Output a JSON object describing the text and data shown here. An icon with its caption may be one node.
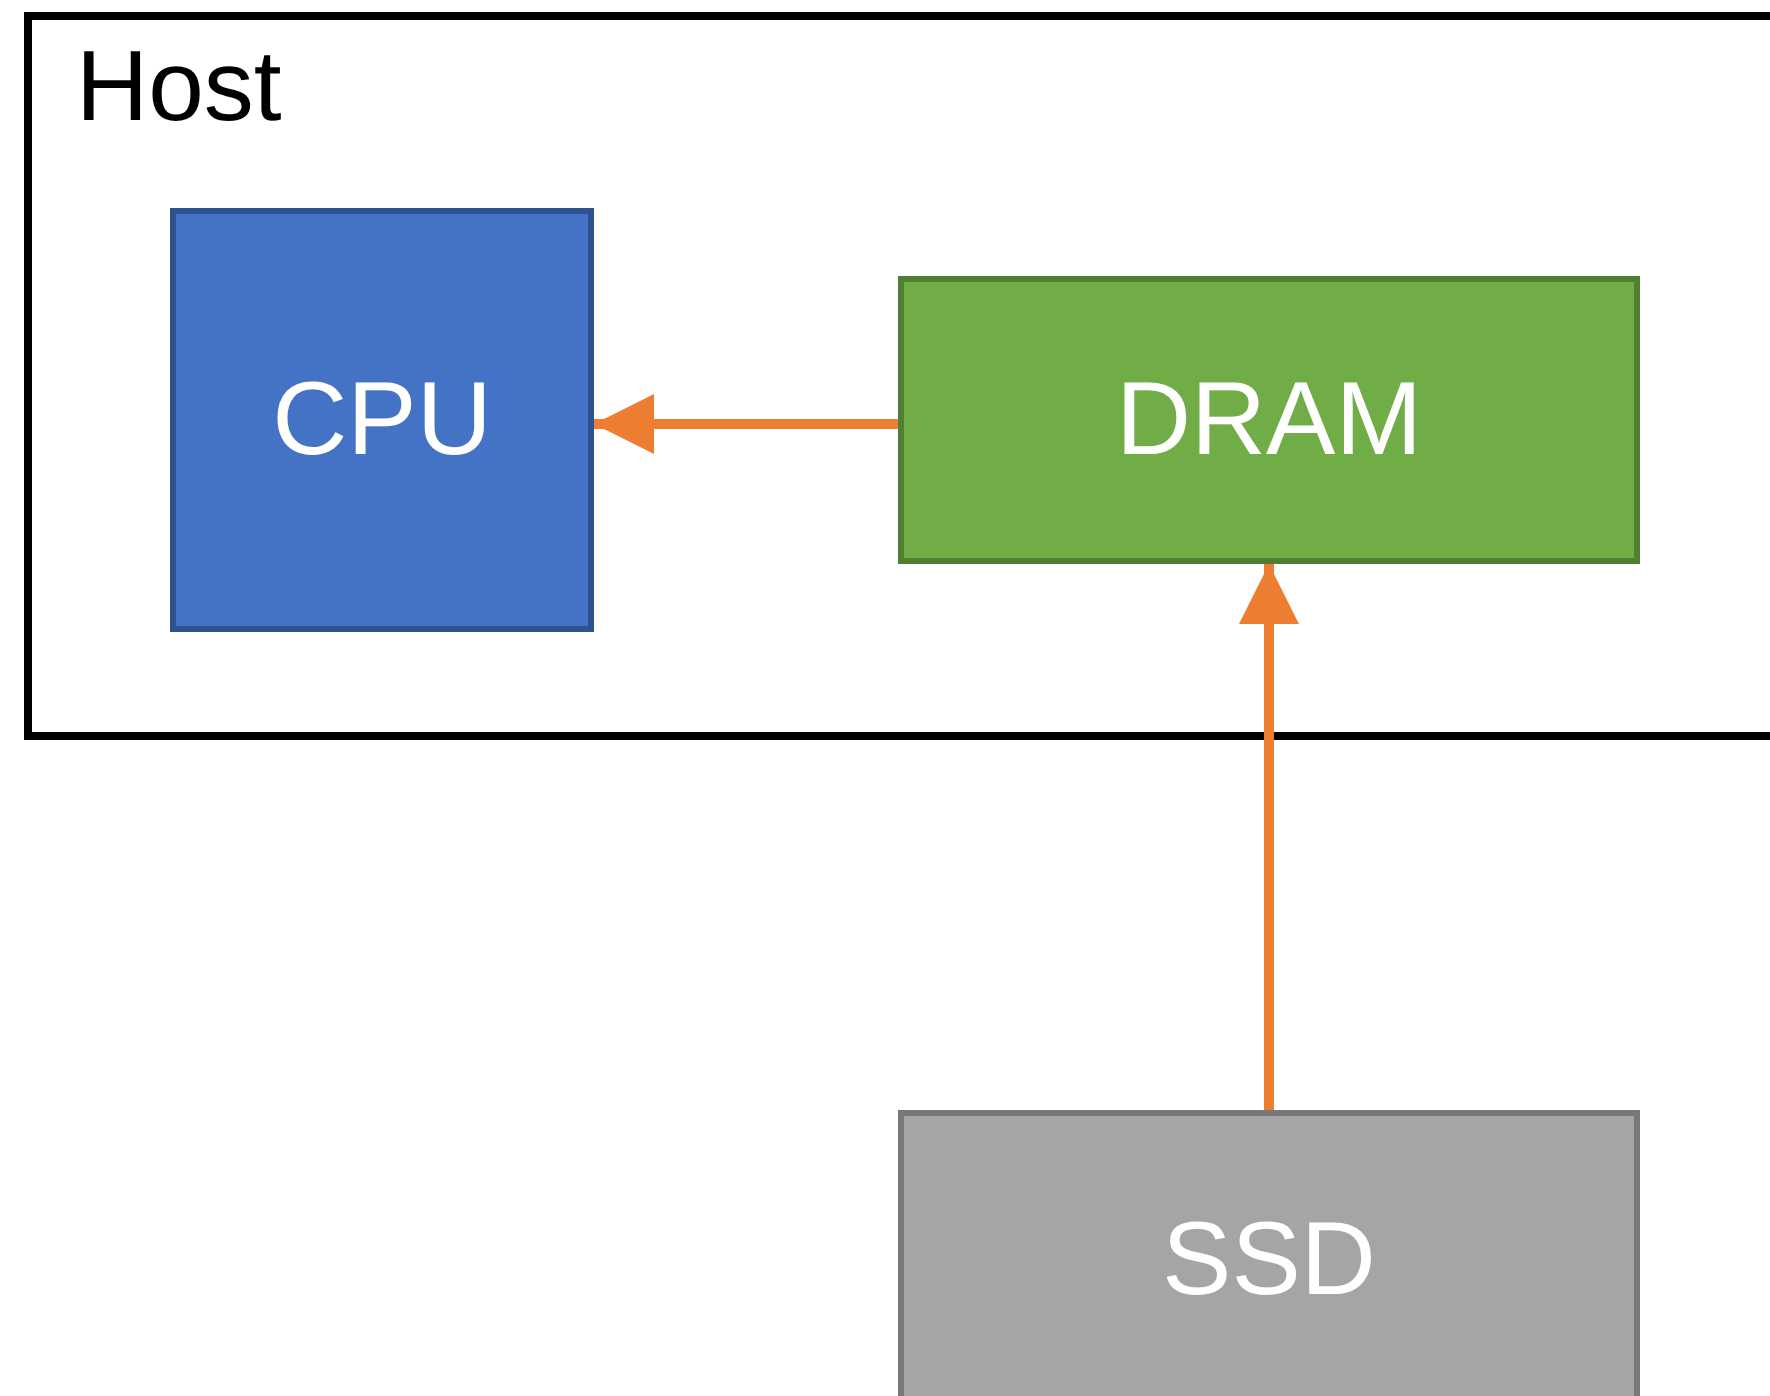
{
  "diagram": {
    "nodes": [
      {
        "text": [
          "Host"
        ]
      },
      {
        "text": [
          "CPU"
        ],
        "in": 0
      },
      {
        "text": [
          "DRAM"
        ],
        "in": 0
      },
      {
        "text": [
          "SSD"
        ]
      }
    ],
    "edges": [
      {
        "from": 2,
        "to": 1,
        "arrow": "to"
      },
      {
        "from": 3,
        "to": 2,
        "arrow": "to"
      }
    ]
  }
}
